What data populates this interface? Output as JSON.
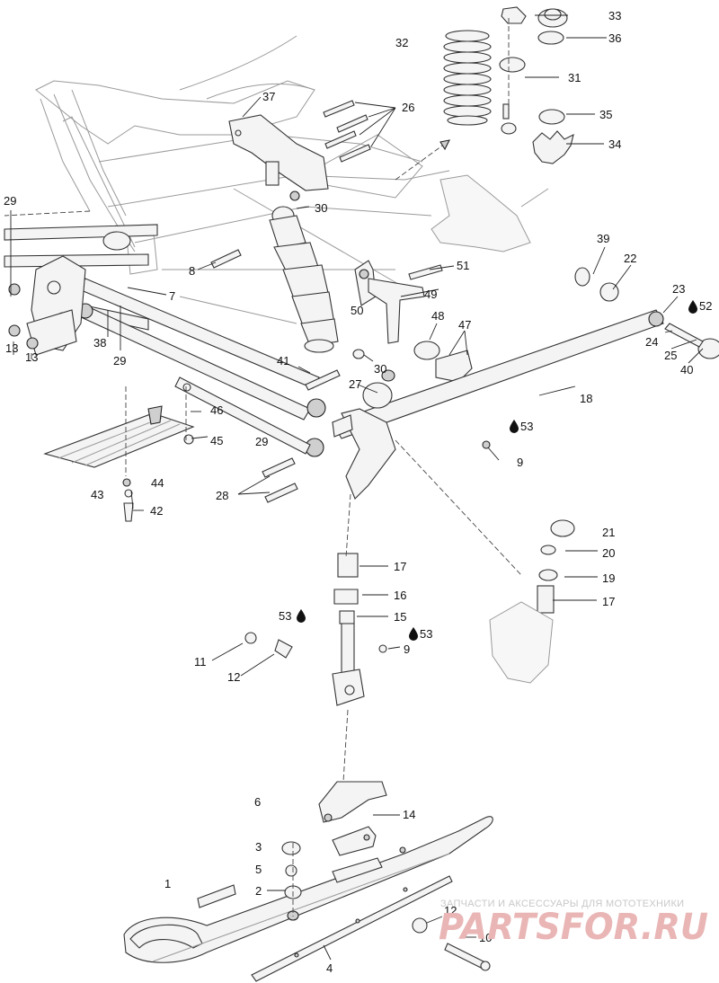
{
  "callouts": [
    {
      "id": "c33",
      "label": "33"
    },
    {
      "id": "c36",
      "label": "36"
    },
    {
      "id": "c32",
      "label": "32"
    },
    {
      "id": "c31",
      "label": "31"
    },
    {
      "id": "c35",
      "label": "35"
    },
    {
      "id": "c34",
      "label": "34"
    },
    {
      "id": "c37",
      "label": "37"
    },
    {
      "id": "c26",
      "label": "26"
    },
    {
      "id": "c29a",
      "label": "29"
    },
    {
      "id": "c30a",
      "label": "30"
    },
    {
      "id": "c8",
      "label": "8"
    },
    {
      "id": "c7",
      "label": "7"
    },
    {
      "id": "c39",
      "label": "39"
    },
    {
      "id": "c22",
      "label": "22"
    },
    {
      "id": "c51",
      "label": "51"
    },
    {
      "id": "c49",
      "label": "49"
    },
    {
      "id": "c50",
      "label": "50"
    },
    {
      "id": "c48",
      "label": "48"
    },
    {
      "id": "c47",
      "label": "47"
    },
    {
      "id": "c23",
      "label": "23"
    },
    {
      "id": "c52",
      "label": "52"
    },
    {
      "id": "c24",
      "label": "24"
    },
    {
      "id": "c25",
      "label": "25"
    },
    {
      "id": "c40",
      "label": "40"
    },
    {
      "id": "c13a",
      "label": "13"
    },
    {
      "id": "c13b",
      "label": "13"
    },
    {
      "id": "c38",
      "label": "38"
    },
    {
      "id": "c29b",
      "label": "29"
    },
    {
      "id": "c41",
      "label": "41"
    },
    {
      "id": "c30b",
      "label": "30"
    },
    {
      "id": "c27",
      "label": "27"
    },
    {
      "id": "c18",
      "label": "18"
    },
    {
      "id": "c46",
      "label": "46"
    },
    {
      "id": "c45",
      "label": "45"
    },
    {
      "id": "c29c",
      "label": "29"
    },
    {
      "id": "c53a",
      "label": "53"
    },
    {
      "id": "c9a",
      "label": "9"
    },
    {
      "id": "c43",
      "label": "43"
    },
    {
      "id": "c44",
      "label": "44"
    },
    {
      "id": "c42",
      "label": "42"
    },
    {
      "id": "c28",
      "label": "28"
    },
    {
      "id": "c21",
      "label": "21"
    },
    {
      "id": "c20",
      "label": "20"
    },
    {
      "id": "c19",
      "label": "19"
    },
    {
      "id": "c17a",
      "label": "17"
    },
    {
      "id": "c17b",
      "label": "17"
    },
    {
      "id": "c16",
      "label": "16"
    },
    {
      "id": "c53b",
      "label": "53"
    },
    {
      "id": "c15",
      "label": "15"
    },
    {
      "id": "c53c",
      "label": "53"
    },
    {
      "id": "c9b",
      "label": "9"
    },
    {
      "id": "c11",
      "label": "11"
    },
    {
      "id": "c12a",
      "label": "12"
    },
    {
      "id": "c6",
      "label": "6"
    },
    {
      "id": "c14",
      "label": "14"
    },
    {
      "id": "c3",
      "label": "3"
    },
    {
      "id": "c5",
      "label": "5"
    },
    {
      "id": "c2",
      "label": "2"
    },
    {
      "id": "c1",
      "label": "1"
    },
    {
      "id": "c12b",
      "label": "12"
    },
    {
      "id": "c10",
      "label": "10"
    },
    {
      "id": "c4",
      "label": "4"
    }
  ],
  "watermark": {
    "tagline": "ЗАПЧАСТИ И АКСЕССУАРЫ ДЛЯ МОТОТЕХНИКИ",
    "brand": "PARTSFOR.RU"
  }
}
